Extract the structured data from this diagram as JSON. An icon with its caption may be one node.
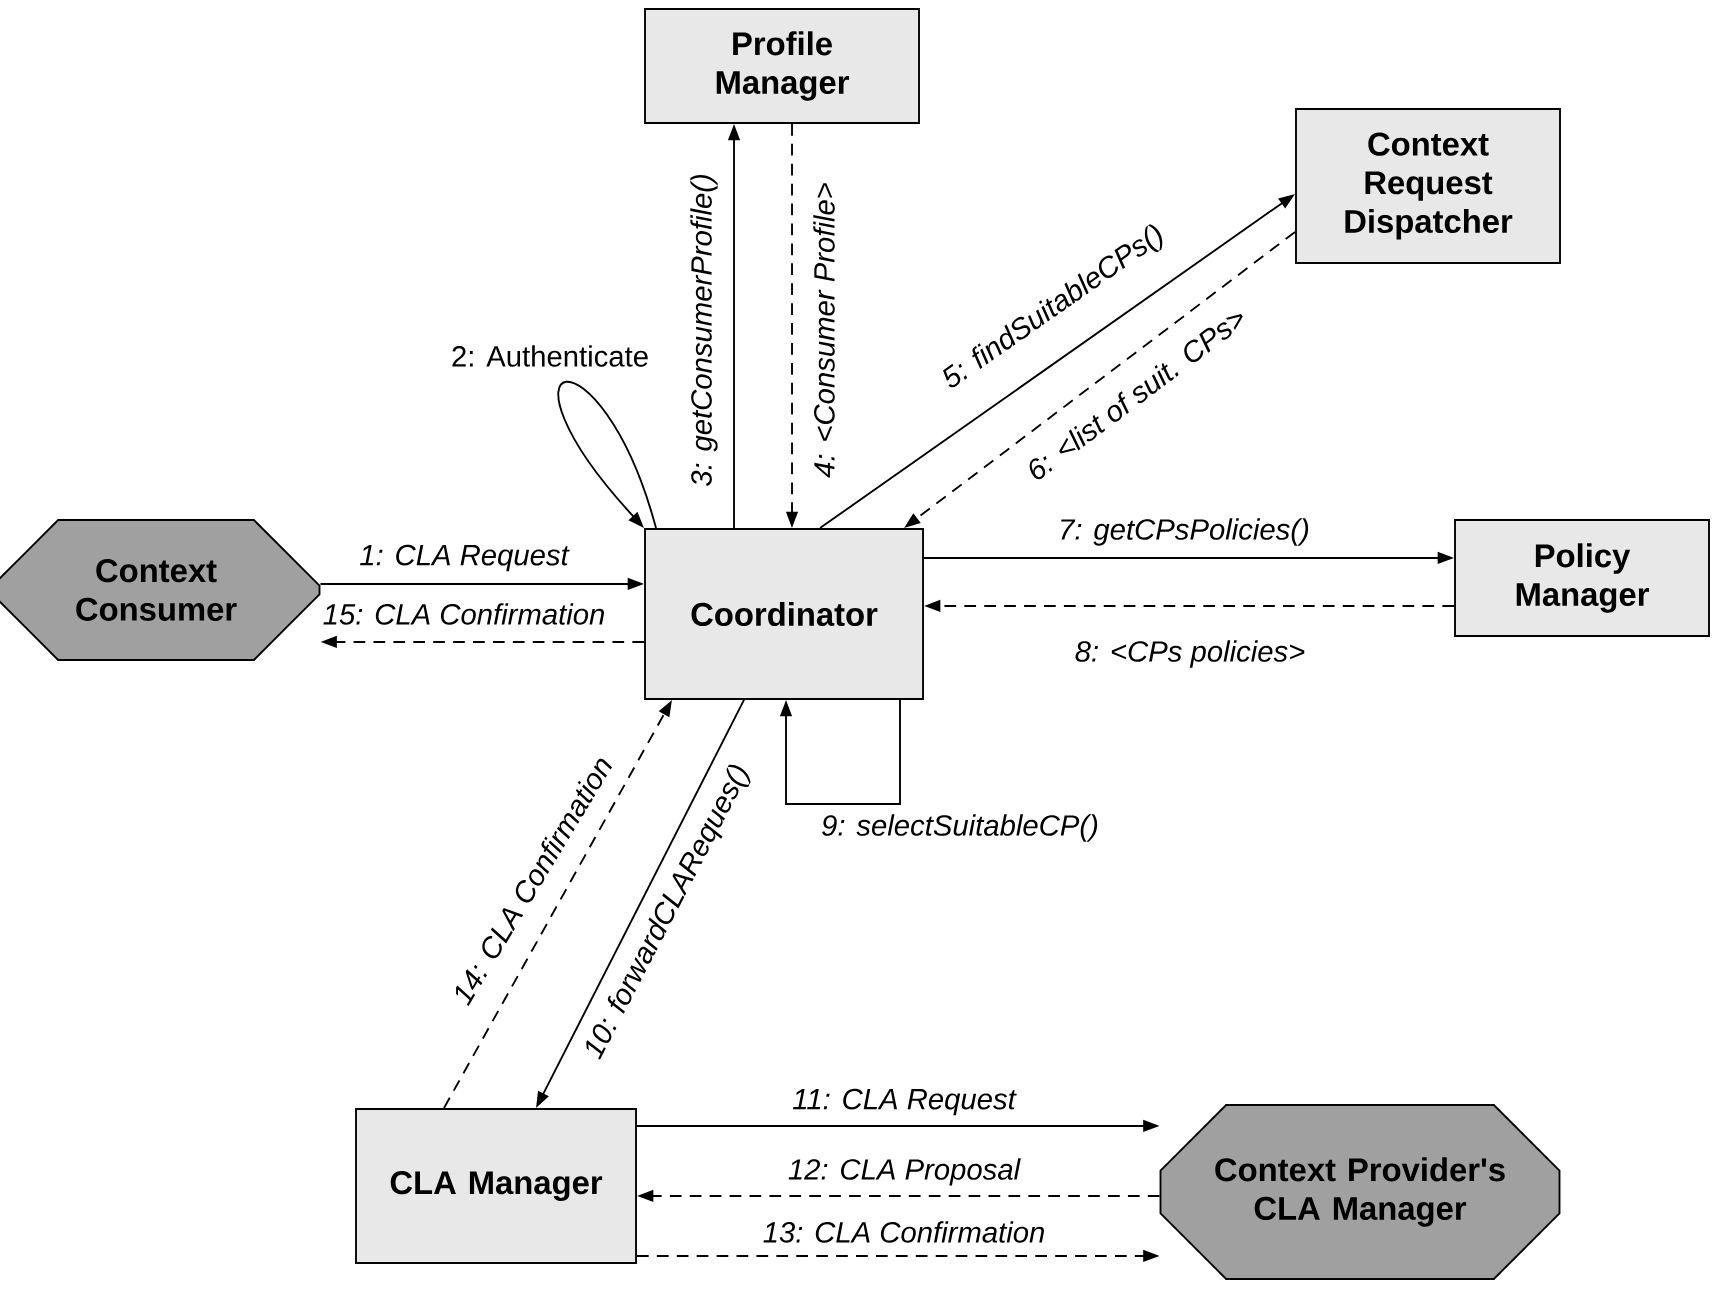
{
  "diagram": {
    "nodes": [
      {
        "text": [
          "Profile Manager"
        ]
      },
      {
        "text": [
          "Context Request Dispatcher"
        ]
      },
      {
        "text": [
          "Context Consumer"
        ]
      },
      {
        "text": [
          "Coordinator"
        ]
      },
      {
        "text": [
          "Policy Manager"
        ]
      },
      {
        "text": [
          "CLA Manager"
        ]
      },
      {
        "text": [
          "Context Provider's CLA Manager"
        ]
      }
    ],
    "edges": [
      {
        "from": 2,
        "to": 3,
        "arrow": "to",
        "label": "1: CLA Request"
      },
      {
        "from": 3,
        "to": 3,
        "arrow": "to",
        "label": "2: Authenticate"
      },
      {
        "from": 3,
        "to": 0,
        "arrow": "to",
        "label": "3: getConsumerProfile()"
      },
      {
        "from": 0,
        "to": 3,
        "arrow": "to",
        "label": "4: <Consumer Profile>",
        "style": "dashed"
      },
      {
        "from": 3,
        "to": 1,
        "arrow": "to",
        "label": "5: findSuitableCPs()"
      },
      {
        "from": 1,
        "to": 3,
        "arrow": "to",
        "label": "6: <list of suit. CPs>",
        "style": "dashed"
      },
      {
        "from": 3,
        "to": 4,
        "arrow": "to",
        "label": "7: getCPsPolicies()"
      },
      {
        "from": 4,
        "to": 3,
        "arrow": "to",
        "label": "8: <CPs policies>",
        "style": "dashed"
      },
      {
        "from": 3,
        "to": 3,
        "arrow": "to",
        "label": "9: selectSuitableCP()"
      },
      {
        "from": 3,
        "to": 5,
        "arrow": "to",
        "label": "10: forwardCLAReques()"
      },
      {
        "from": 5,
        "to": 6,
        "arrow": "to",
        "label": "11: CLA Request"
      },
      {
        "from": 6,
        "to": 5,
        "arrow": "to",
        "label": "12: CLA Proposal",
        "style": "dashed"
      },
      {
        "from": 5,
        "to": 6,
        "arrow": "to",
        "label": "13: CLA Confirmation",
        "style": "dashed"
      },
      {
        "from": 5,
        "to": 3,
        "arrow": "to",
        "label": "14: CLA Confirmation",
        "style": "dashed"
      },
      {
        "from": 3,
        "to": 2,
        "arrow": "to",
        "label": "15: CLA Confirmation",
        "style": "dashed"
      }
    ]
  }
}
